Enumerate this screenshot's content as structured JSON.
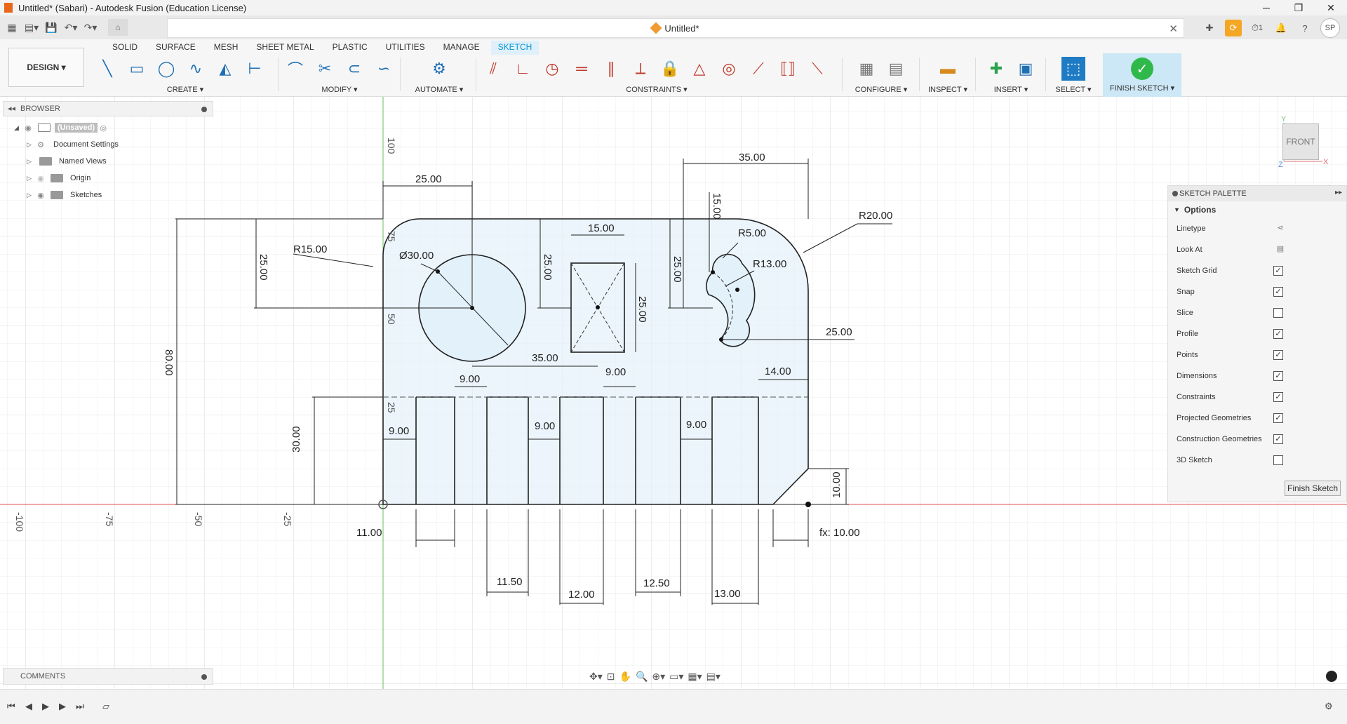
{
  "window": {
    "title": "Untitled* (Sabari) - Autodesk Fusion (Education License)",
    "minimize": "─",
    "maximize": "❐",
    "close": "✕"
  },
  "document": {
    "tab_title": "Untitled*",
    "close": "✕"
  },
  "qab": {
    "user_initials": "SP",
    "jobs_count": "1"
  },
  "ribbon": {
    "workspace": "DESIGN ▾",
    "tabs": [
      "SOLID",
      "SURFACE",
      "MESH",
      "SHEET METAL",
      "PLASTIC",
      "UTILITIES",
      "MANAGE",
      "SKETCH"
    ],
    "active_tab": "SKETCH",
    "groups": {
      "create": "CREATE ▾",
      "modify": "MODIFY ▾",
      "automate": "AUTOMATE ▾",
      "constraints": "CONSTRAINTS ▾",
      "configure": "CONFIGURE ▾",
      "inspect": "INSPECT ▾",
      "insert": "INSERT ▾",
      "select": "SELECT ▾",
      "finish": "FINISH SKETCH ▾"
    }
  },
  "browser": {
    "title": "BROWSER",
    "items": [
      {
        "label": "(Unsaved)"
      },
      {
        "label": "Document Settings"
      },
      {
        "label": "Named Views"
      },
      {
        "label": "Origin"
      },
      {
        "label": "Sketches"
      }
    ]
  },
  "palette": {
    "title": "SKETCH PALETTE",
    "section": "Options",
    "rows": [
      {
        "label": "Linetype",
        "state": "icon"
      },
      {
        "label": "Look At",
        "state": "icon"
      },
      {
        "label": "Sketch Grid",
        "state": true
      },
      {
        "label": "Snap",
        "state": true
      },
      {
        "label": "Slice",
        "state": false
      },
      {
        "label": "Profile",
        "state": true
      },
      {
        "label": "Points",
        "state": true
      },
      {
        "label": "Dimensions",
        "state": true
      },
      {
        "label": "Constraints",
        "state": true
      },
      {
        "label": "Projected Geometries",
        "state": true
      },
      {
        "label": "Construction Geometries",
        "state": true
      },
      {
        "label": "3D Sketch",
        "state": false
      }
    ],
    "finish_button": "Finish Sketch"
  },
  "viewcube": {
    "face": "FRONT",
    "axis_x": "X",
    "axis_y": "Y",
    "axis_z": "Z"
  },
  "comments": {
    "title": "COMMENTS"
  },
  "sketch": {
    "axis_labels": {
      "v100": "100",
      "v75": "75",
      "v50": "50",
      "v25": "25",
      "hm100": "-100",
      "hm75": "-75",
      "hm50": "-50",
      "hm25": "-25"
    },
    "dimensions": {
      "d_top_25": "25.00",
      "d_top_35": "35.00",
      "d_r20": "R20.00",
      "d_r15": "R15.00",
      "d_left_25": "25.00",
      "d_dia30": "Ø30.00",
      "d_15": "15.00",
      "d_v25a": "25.00",
      "d_v25b": "25.00",
      "d_v25c": "25.00",
      "d_15v": "15.00",
      "d_r5": "R5.00",
      "d_r13": "R13.00",
      "d_25r": "25.00",
      "d_80": "80.00",
      "d_35b": "35.00",
      "d_9a": "9.00",
      "d_9b": "9.00",
      "d_9c": "9.00",
      "d_9d": "9.00",
      "d_9e": "9.00",
      "d_14": "14.00",
      "d_30": "30.00",
      "d_10v": "10.00",
      "d_11": "11.00",
      "d_fx10": "fx: 10.00",
      "d_1150": "11.50",
      "d_1200": "12.00",
      "d_1250": "12.50",
      "d_1300": "13.00"
    }
  }
}
